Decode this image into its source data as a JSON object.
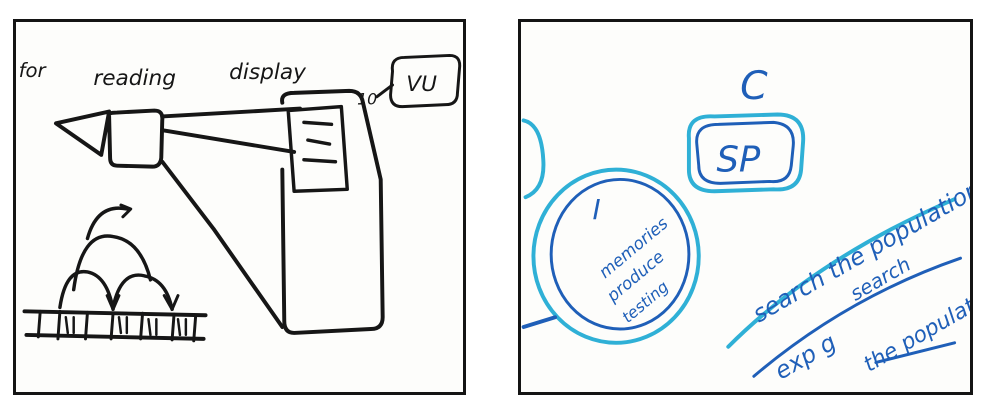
{
  "colors": {
    "frame": "#141414",
    "left_ink": "#161616",
    "right_ink_light": "#2fb0d6",
    "right_ink_dark": "#1f5fb8"
  },
  "left_panel": {
    "labels": {
      "prefix": "for",
      "reading": "reading",
      "display": "display",
      "box_label": "VU",
      "number": "10"
    }
  },
  "right_panel": {
    "labels": {
      "letter_c": "C",
      "sp": "SP",
      "circle_letter": "I",
      "circle_text_1": "memories",
      "circle_text_2": "produce",
      "circle_text_3": "testing",
      "search_line": "search the population",
      "sub_1": "search",
      "sub_2": "exp g",
      "sub_3": "the population"
    }
  }
}
